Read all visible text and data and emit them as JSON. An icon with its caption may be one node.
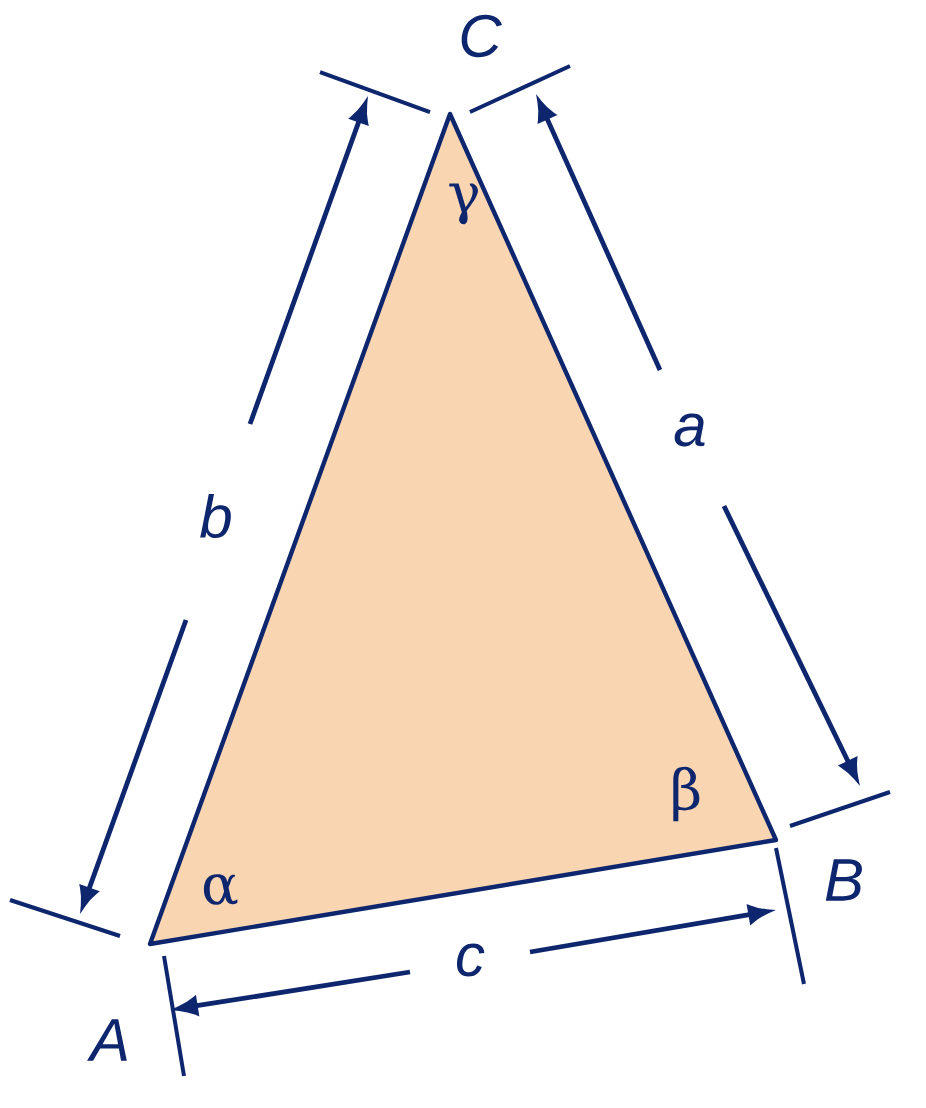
{
  "diagram": {
    "labels": [
      "C",
      "γ",
      "a",
      "b",
      "β",
      "B",
      "α",
      "c",
      "A"
    ]
  }
}
